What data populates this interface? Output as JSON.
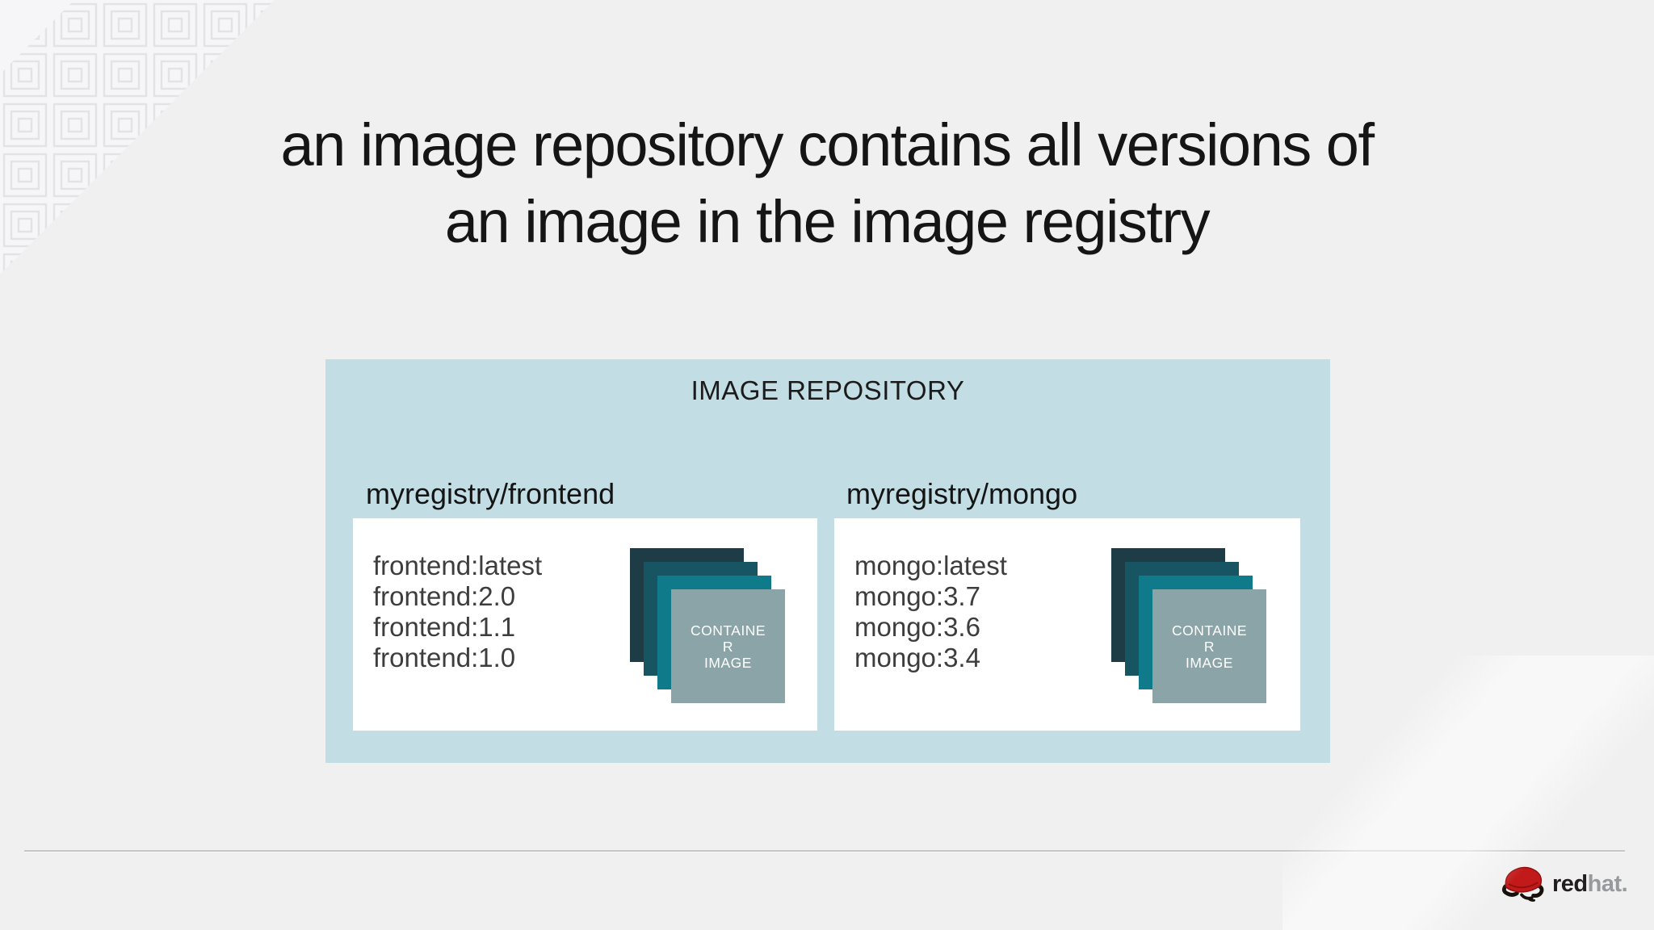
{
  "slide": {
    "title_line1": "an image repository contains all versions of",
    "title_line2": "an image in the image registry"
  },
  "panel": {
    "title": "IMAGE REPOSITORY",
    "background": "#c3dde4",
    "repos": [
      {
        "name": "myregistry/frontend",
        "tags": [
          "frontend:latest",
          "frontend:2.0",
          "frontend:1.1",
          "frontend:1.0"
        ]
      },
      {
        "name": "myregistry/mongo",
        "tags": [
          "mongo:latest",
          "mongo:3.7",
          "mongo:3.6",
          "mongo:3.4"
        ]
      }
    ],
    "stack": {
      "label": "CONTAINER IMAGE",
      "label_lines": [
        "CONTAINE",
        "R",
        "IMAGE"
      ],
      "colors": [
        "#1d3c45",
        "#175563",
        "#0e7a8a",
        "#8aa4a8"
      ]
    }
  },
  "footer": {
    "logo_red": "red",
    "logo_hat": "hat",
    "logo_period": "."
  }
}
